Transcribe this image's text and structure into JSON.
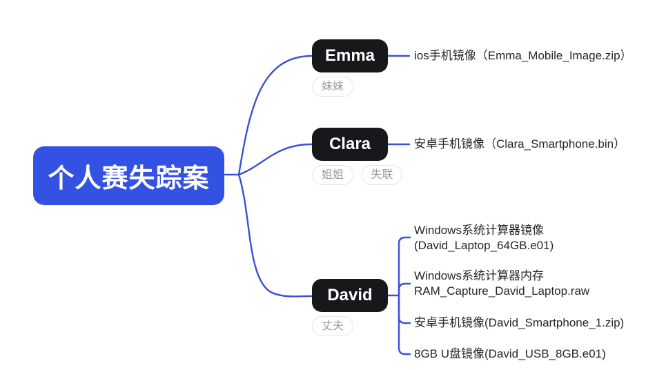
{
  "root": {
    "label": "个人赛失踪案"
  },
  "colors": {
    "root_bg": "#3351E3",
    "node_bg": "#17181B",
    "edge": "#3A50D8",
    "leaf_text": "#23262B",
    "badge_text": "#9C9C9C",
    "badge_border": "#E4E4E4",
    "canvas_bg": "#FFFFFF"
  },
  "branches": [
    {
      "name": "Emma",
      "tags": [
        "妹妹"
      ],
      "items": [
        {
          "lines": [
            "ios手机镜像（Emma_Mobile_Image.zip）"
          ]
        }
      ]
    },
    {
      "name": "Clara",
      "tags": [
        "姐姐",
        "失联"
      ],
      "items": [
        {
          "lines": [
            "安卓手机镜像（Clara_Smartphone.bin）"
          ]
        }
      ]
    },
    {
      "name": "David",
      "tags": [
        "丈夫"
      ],
      "items": [
        {
          "lines": [
            "Windows系统计算器镜像",
            "(David_Laptop_64GB.e01)"
          ]
        },
        {
          "lines": [
            "Windows系统计算器内存",
            "RAM_Capture_David_Laptop.raw"
          ]
        },
        {
          "lines": [
            "安卓手机镜像(David_Smartphone_1.zip)"
          ]
        },
        {
          "lines": [
            "8GB U盘镜像(David_USB_8GB.e01)"
          ]
        }
      ]
    }
  ]
}
